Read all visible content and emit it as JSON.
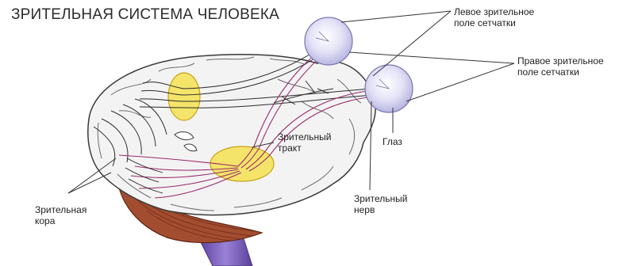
{
  "title": "ЗРИТЕЛЬНАЯ СИСТЕМА ЧЕЛОВЕКА",
  "labels": {
    "left_retina": [
      "Левое зрительное",
      "поле сетчатки"
    ],
    "right_retina": [
      "Правое зрительное",
      "поле сетчатки"
    ],
    "optic_tract": [
      "Зрительный",
      "тракт"
    ],
    "eye": "Глаз",
    "optic_nerve": [
      "Зрительный",
      "нерв"
    ],
    "visual_cortex": [
      "Зрительная",
      "кора"
    ]
  },
  "colors": {
    "brain_fill": "#f2f2f2",
    "brain_outline": "#3a3a3a",
    "cerebellum": "#a04a2e",
    "nucleus_fill": "#f4e66a",
    "nucleus_outline": "#c8a91c",
    "optic_fibers": "#9a2a6a",
    "eyeball": "#d9d8f2",
    "brainstem": "#7a5ab8"
  }
}
